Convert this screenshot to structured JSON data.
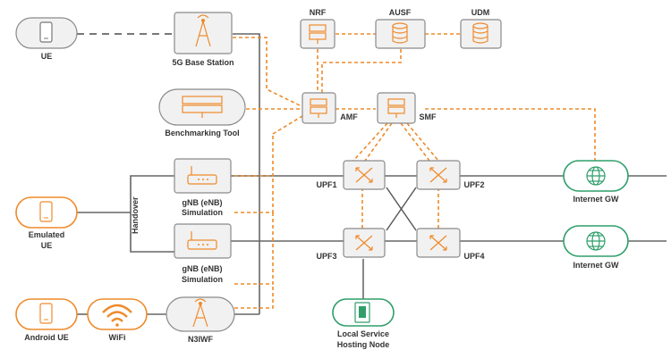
{
  "nodes": {
    "ue": "UE",
    "base_station": "5G Base Station",
    "nrf": "NRF",
    "ausf": "AUSF",
    "udm": "UDM",
    "benchmarking_tool": "Benchmarking Tool",
    "amf": "AMF",
    "smf": "SMF",
    "gnb1": [
      "gNB (eNB)",
      "Simulation"
    ],
    "gnb2": [
      "gNB (eNB)",
      "Simulation"
    ],
    "handover": "Handover",
    "emulated_ue": [
      "Emulated",
      "UE"
    ],
    "upf1": "UPF1",
    "upf2": "UPF2",
    "upf3": "UPF3",
    "upf4": "UPF4",
    "internet_gw1": "Internet GW",
    "internet_gw2": "Internet GW",
    "android_ue": "Android UE",
    "wifi": "WiFi",
    "n3iwf": "N3IWF",
    "local_service": [
      "Local Service",
      "Hosting Node"
    ]
  },
  "colors": {
    "accent_orange": "#ef8a2a",
    "accent_green": "#2f9e6a",
    "box_gray": "#f1f1f1",
    "line_gray": "#666666"
  }
}
